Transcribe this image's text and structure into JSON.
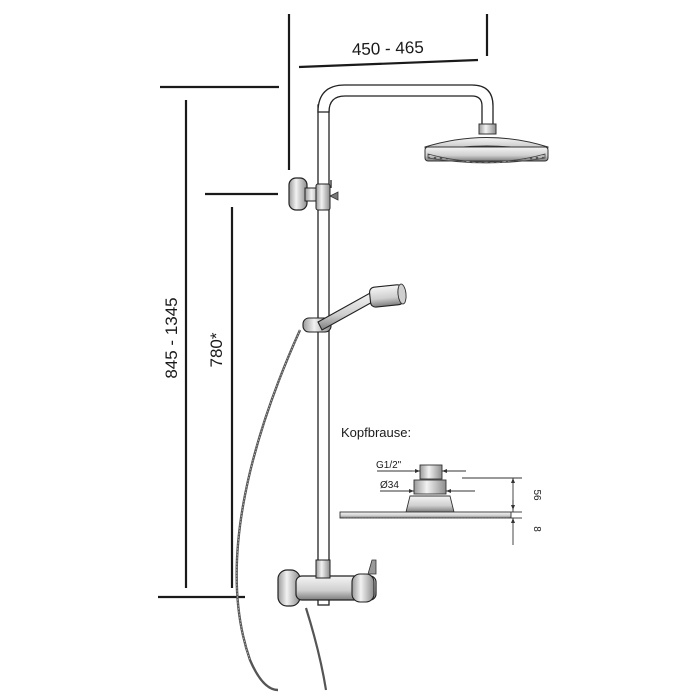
{
  "dimensions": {
    "arm_reach": "450 - 465",
    "total_height": "845 - 1345",
    "mixer_to_bracket": "780*"
  },
  "detail": {
    "title": "Kopfbrause:",
    "thread": "G1/2\"",
    "diameter": "Ø34",
    "height_total": "56",
    "height_plate": "8"
  },
  "colors": {
    "line": "#1a1a1a",
    "chrome_light": "#e6e6e6",
    "chrome_dark": "#8a8a8a"
  }
}
